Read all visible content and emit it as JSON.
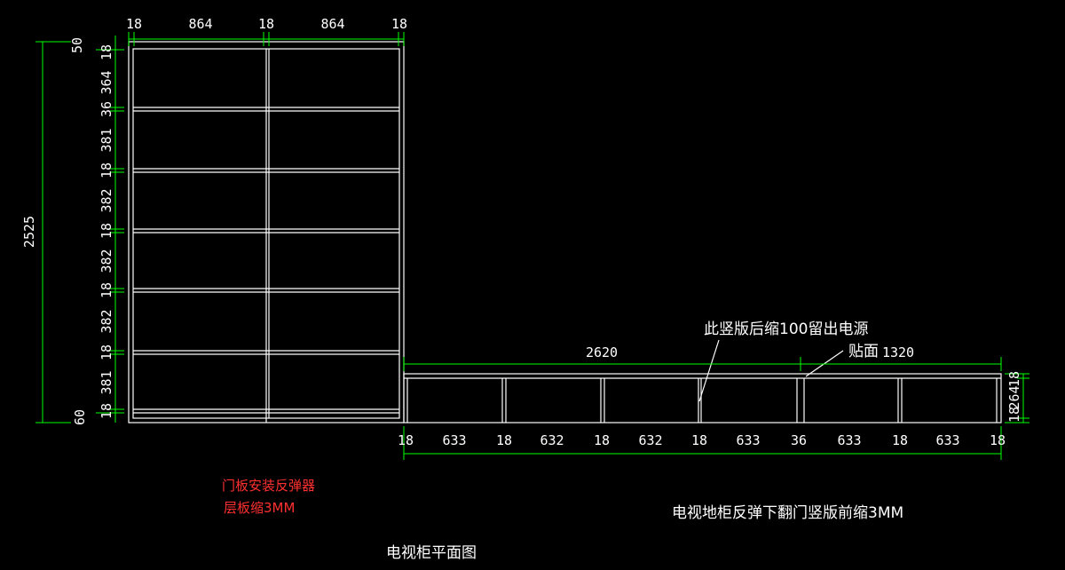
{
  "drawing": {
    "title": "电视柜平面图",
    "notes": {
      "door_rebound": "门板安装反弹器",
      "shelf_shrink": "层板缩3MM",
      "tv_base_note": "电视地柜反弹下翻门竖版前缩3MM",
      "leader_upright": "此竖版后缩100留出电源",
      "leader_facing": "贴面"
    },
    "colors": {
      "background": "#000000",
      "geometry": "#ffffff",
      "dimension": "#00ff00",
      "note_red": "#ff3030"
    }
  },
  "tall_cabinet": {
    "top_widths": [
      "18",
      "864",
      "18",
      "864",
      "18"
    ],
    "right_heights": [
      "50",
      "18",
      "364",
      "36",
      "381",
      "18",
      "382",
      "18",
      "382",
      "18",
      "382",
      "18",
      "381",
      "18",
      "60"
    ],
    "total_height": "2525"
  },
  "base_cabinet": {
    "total_length": "2620",
    "section_length": "1320",
    "bottom_widths": [
      "18",
      "633",
      "18",
      "632",
      "18",
      "632",
      "18",
      "633",
      "36",
      "633",
      "18",
      "633",
      "18"
    ],
    "side_heights": [
      "18",
      "264",
      "18"
    ]
  }
}
